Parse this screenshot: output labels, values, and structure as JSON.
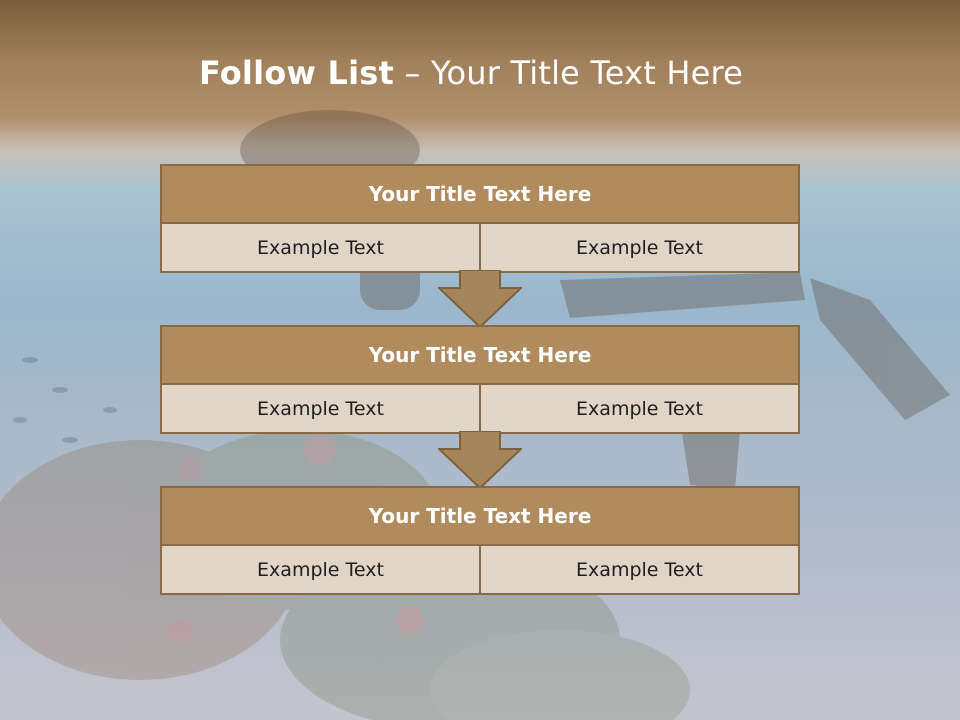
{
  "title": {
    "lead": "Follow List",
    "separator": " – ",
    "rest": "Your Title Text Here"
  },
  "steps": [
    {
      "title": "Your Title Text Here",
      "left": "Example Text",
      "right": "Example Text"
    },
    {
      "title": "Your Title Text Here",
      "left": "Example Text",
      "right": "Example Text"
    },
    {
      "title": "Your Title Text Here",
      "left": "Example Text",
      "right": "Example Text"
    }
  ],
  "colors": {
    "header_fill": "#b08b5e",
    "cell_fill": "#e1d5c7",
    "border": "#8a6a45",
    "arrow_fill": "#a7855a"
  }
}
